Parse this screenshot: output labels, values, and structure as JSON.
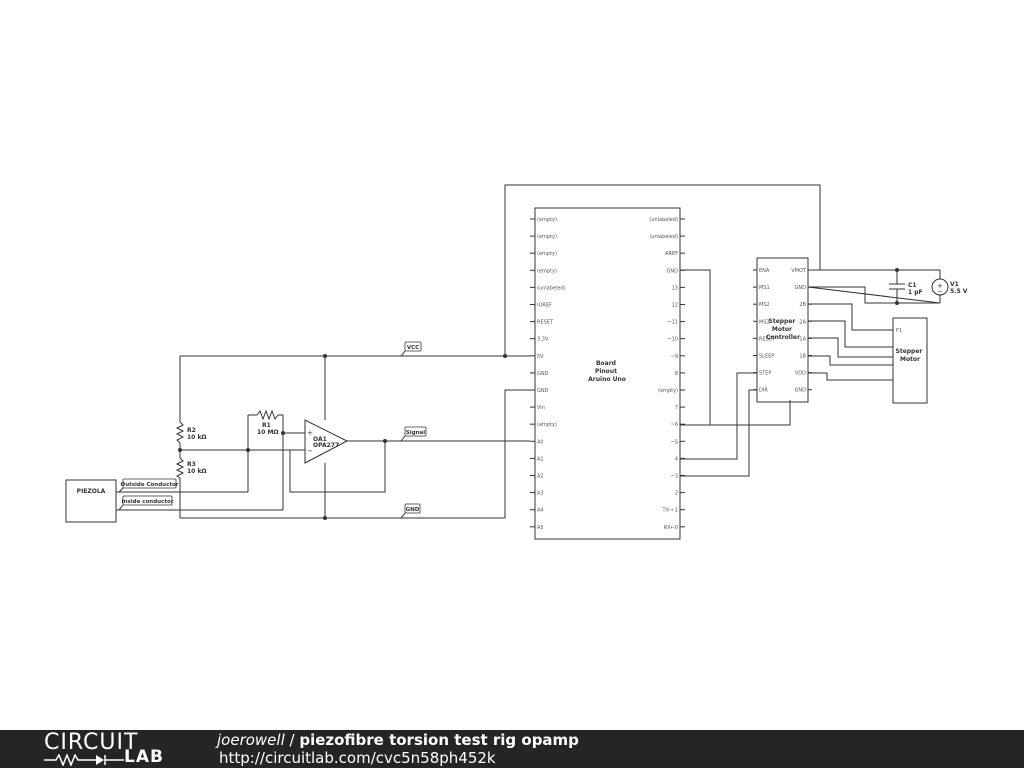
{
  "board": {
    "title": [
      "Board",
      "Pinout",
      "Aruino Uno"
    ],
    "left_pins": [
      "(empty)",
      "(empty)",
      "(empty)",
      "(empty)",
      "(unlabeled)",
      "IOREF",
      "RESET",
      "3.3V",
      "5V",
      "GND",
      "GND",
      "Vin",
      "(empty)",
      "A0",
      "A1",
      "A2",
      "A3",
      "A4",
      "A5"
    ],
    "right_pins": [
      "(unlabeled)",
      "(unlabeled)",
      "AREF",
      "GND",
      "13",
      "12",
      "~11",
      "~10",
      "~9",
      "8",
      "(empty)",
      "7",
      "~6",
      "~5",
      "4",
      "~3",
      "2",
      "TX→ 1",
      "RX←0"
    ]
  },
  "stepper_controller": {
    "title": [
      "Stepper",
      "Motor",
      "Controller"
    ],
    "left_pins": [
      "ENA",
      "MS1",
      "MS2",
      "MS3",
      "RESET",
      "SLEEP",
      "STEP",
      "DIR"
    ],
    "right_pins": [
      "VMOT",
      "GND",
      "2B",
      "2A",
      "1A",
      "1B",
      "VDD",
      "GND"
    ]
  },
  "stepper_motor": {
    "title": [
      "Stepper",
      "Motor"
    ],
    "pin": "F1"
  },
  "capacitor": {
    "ref": "C1",
    "value": "1 pF"
  },
  "source": {
    "ref": "V1",
    "value": "5.5 V"
  },
  "r1": {
    "ref": "R1",
    "value": "10 MΩ"
  },
  "r2": {
    "ref": "R2",
    "value": "10 kΩ"
  },
  "r3": {
    "ref": "R3",
    "value": "10 kΩ"
  },
  "opamp": {
    "ref": "OA1",
    "part": "OPA277",
    "plus": "+",
    "minus": "−"
  },
  "piezo": {
    "label": "PIEZOLA"
  },
  "net_labels": {
    "vcc": "VCC",
    "signal": "Signal",
    "gnd": "GND",
    "outside": "Outside Conductor",
    "inside": "Inside conductor"
  },
  "footer": {
    "logo_top": "CIRCUIT",
    "logo_bottom": "LAB",
    "user": "joerowell",
    "separator": " / ",
    "title": "piezofibre torsion test rig opamp",
    "url": "http://circuitlab.com/cvc5n58ph452k"
  }
}
